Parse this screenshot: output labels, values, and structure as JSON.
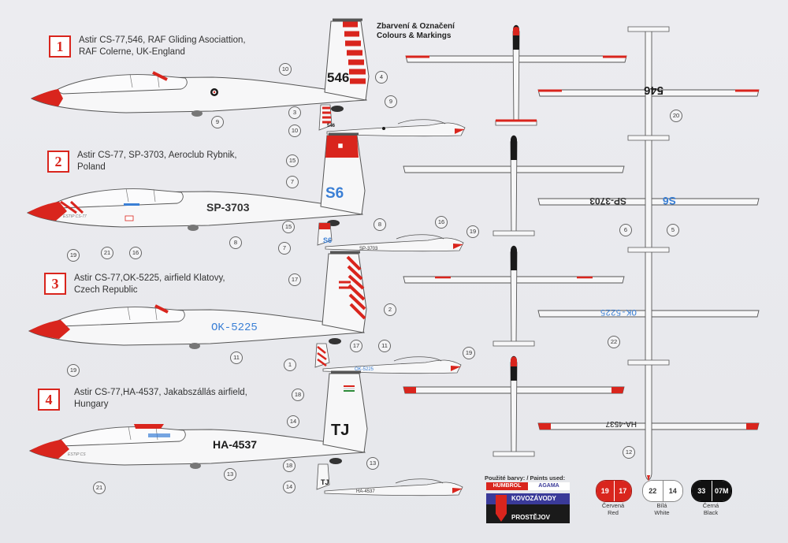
{
  "header": {
    "line1": "Zbarvení & Označení",
    "line2": "Colours & Markings"
  },
  "schemes": [
    {
      "no": "1",
      "line1": "Astir CS-77,546, RAF Gliding Asociattion,",
      "line2": "RAF Colerne, UK-England",
      "tail": "546",
      "reg": ""
    },
    {
      "no": "2",
      "line1": "Astir CS-77, SP-3703, Aeroclub Rybnik,",
      "line2": "Poland",
      "tail": "S6",
      "reg": "SP-3703"
    },
    {
      "no": "3",
      "line1": "Astir CS-77,OK-5225, airfield Klatovy,",
      "line2": "Czech Republic",
      "tail": "",
      "reg": "OK-5225"
    },
    {
      "no": "4",
      "line1": "Astir CS-77,HA-4537, Jakabszállás airfield,",
      "line2": "Hungary",
      "tail": "TJ",
      "reg": "HA-4537"
    }
  ],
  "small_regs": {
    "s1": "546",
    "s2a": "S6",
    "s2b": "SP-3703",
    "s3": "OK-5225",
    "s4a": "TJ",
    "s4b": "HA-4537"
  },
  "under": {
    "u1": "546",
    "u2a": "SP-3703",
    "u2b": "S6",
    "u3": "OK-5225",
    "u4": "HA-4537"
  },
  "callouts": {
    "c1": [
      "10",
      "4",
      "9",
      "3",
      "10",
      "9",
      "20"
    ],
    "c2": [
      "15",
      "7",
      "8",
      "19",
      "21",
      "16",
      "15",
      "7",
      "8",
      "16",
      "19",
      "6",
      "5"
    ],
    "c3": [
      "17",
      "2",
      "19",
      "11",
      "1",
      "17",
      "11",
      "19",
      "22"
    ],
    "c4": [
      "18",
      "14",
      "13",
      "21",
      "18",
      "14",
      "13",
      "12"
    ]
  },
  "paints": {
    "label": "Použité barvy: / Paints used:",
    "brands": [
      "HUMBROL",
      "AGAMA"
    ],
    "logo1": "KOVOZÁVODY",
    "logo2": "PROSTĚJOV",
    "red": {
      "a": "19",
      "b": "17",
      "cz": "Červená",
      "en": "Red"
    },
    "white": {
      "a": "22",
      "b": "14",
      "cz": "Bílá",
      "en": "White"
    },
    "black": {
      "a": "33",
      "b": "07M",
      "cz": "Černá",
      "en": "Black"
    }
  },
  "colors": {
    "red": "#d9251d",
    "blue": "#3a7fd5",
    "black": "#1a1a1a"
  }
}
